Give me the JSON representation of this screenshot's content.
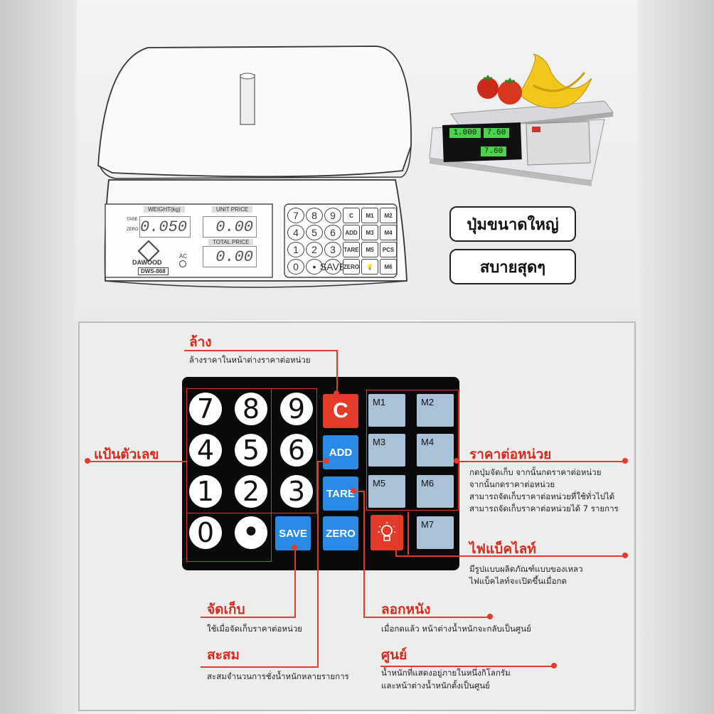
{
  "sketch": {
    "brand": "DAWOOD",
    "model": "DWS-868",
    "weight_label": "WEIGHT(kg)",
    "unit_price_label": "UNIT PRICE",
    "total_price_label": "TOTAL PRICE",
    "tare_label": "TARE",
    "zero_label": "ZERO",
    "ac_label": "AC",
    "weight_value": "0.050",
    "unit_price_value": "0.00",
    "total_price_value": "0.00",
    "keys": [
      "7",
      "8",
      "9",
      "C",
      "M1",
      "M2",
      "4",
      "5",
      "6",
      "ADD",
      "M3",
      "M4",
      "1",
      "2",
      "3",
      "TARE",
      "M5",
      "PCS",
      "0",
      "•",
      "SAVE",
      "ZERO",
      "💡",
      "M6"
    ]
  },
  "photo": {
    "display_weight": "1.000",
    "display_unit_price": "7.60",
    "display_total_price": "7.60"
  },
  "badges": {
    "big_buttons": "ปุ่มขนาดใหญ่",
    "comfortable": "สบายสุดๆ"
  },
  "keypad": {
    "numbers": [
      "7",
      "8",
      "9",
      "4",
      "5",
      "6",
      "1",
      "2",
      "3",
      "0",
      "•"
    ],
    "c_label": "C",
    "add_label": "ADD",
    "tare_label": "TARE",
    "save_label": "SAVE",
    "zero_label": "ZERO",
    "memory_labels": [
      "M1",
      "M2",
      "M3",
      "M4",
      "M5",
      "M6",
      "M7"
    ],
    "colors": {
      "blue": "#2a8ae6",
      "red": "#e23b2a",
      "memory": "#a9c2d8",
      "callout": "#d62a1e"
    }
  },
  "callouts": {
    "clear_title": "ล้าง",
    "clear_desc": "ล้างราคาในหน้าต่างราคาต่อหน่วย",
    "numpad_title": "แป้นตัวเลข",
    "unit_price_title": "ราคาต่อหน่วย",
    "unit_price_desc": [
      "กดปุ่มจัดเก็บ จากนั้นกดราคาต่อหน่วย",
      "จากนั้นกดราคาต่อหน่วย",
      "สามารถจัดเก็บราคาต่อหน่วยที่ใช้ทั่วไปได้",
      "สามารถจัดเก็บราคาต่อหน่วยได้ 7 รายการ"
    ],
    "backlight_title": "ไฟแบ็คไลท์",
    "backlight_desc": [
      "มีรูปแบบผลิตภัณฑ์แบบของเหลว",
      "ไฟแบ็คไลท์จะเปิดขึ้นเมื่อกด"
    ],
    "save_title": "จัดเก็บ",
    "save_desc": "ใช้เมื่อจัดเก็บราคาต่อหน่วย",
    "tare_title": "ลอกหนัง",
    "tare_desc": "เมื่อกดแล้ว หน้าต่างน้ำหนักจะกลับเป็นศูนย์",
    "add_title": "สะสม",
    "add_desc": "สะสมจำนวนการชั่งน้ำหนักหลายรายการ",
    "zero_title": "ศูนย์",
    "zero_desc": [
      "น้ำหนักที่แสดงอยู่ภายในหนึ่งกิโลกรัม",
      "และหน้าต่างน้ำหนักตั้งเป็นศูนย์"
    ]
  }
}
